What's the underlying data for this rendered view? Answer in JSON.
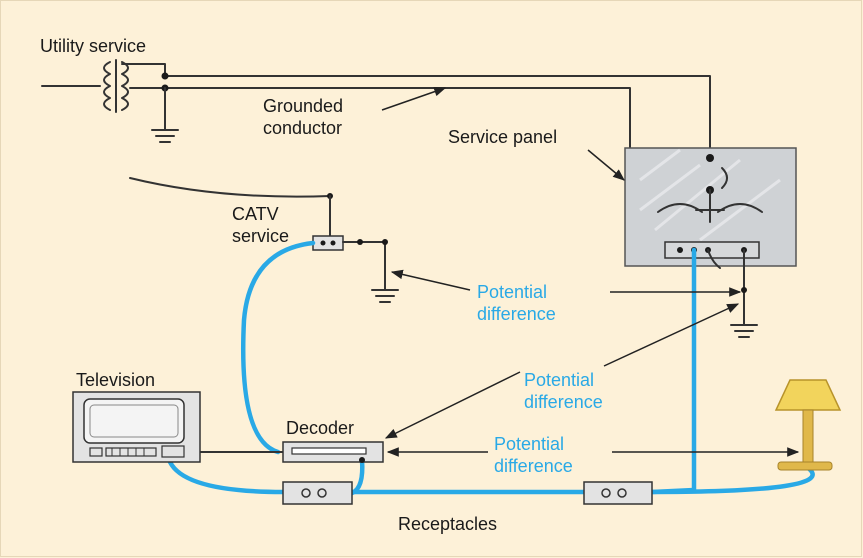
{
  "colors": {
    "background": "#fdf1d8",
    "cable": "#29a9e6",
    "wire": "#333333",
    "panel": "#cfd2d5",
    "lamp_shade": "#f2d45c",
    "lamp_base": "#e0b84a",
    "device_fill": "#e3e3e3"
  },
  "labels": {
    "utility_service": "Utility service",
    "grounded_conductor_line1": "Grounded",
    "grounded_conductor_line2": "conductor",
    "service_panel": "Service panel",
    "catv_line1": "CATV",
    "catv_line2": "service",
    "potential_1_line1": "Potential",
    "potential_1_line2": "difference",
    "potential_2_line1": "Potential",
    "potential_2_line2": "difference",
    "potential_3_line1": "Potential",
    "potential_3_line2": "difference",
    "television": "Television",
    "decoder": "Decoder",
    "receptacles": "Receptacles"
  },
  "icons": {
    "transformer": "transformer-icon",
    "ground": "ground-icon",
    "panel": "service-panel-icon",
    "tv": "television-icon",
    "decoder": "decoder-icon",
    "receptacle": "receptacle-icon",
    "lamp": "lamp-icon"
  }
}
